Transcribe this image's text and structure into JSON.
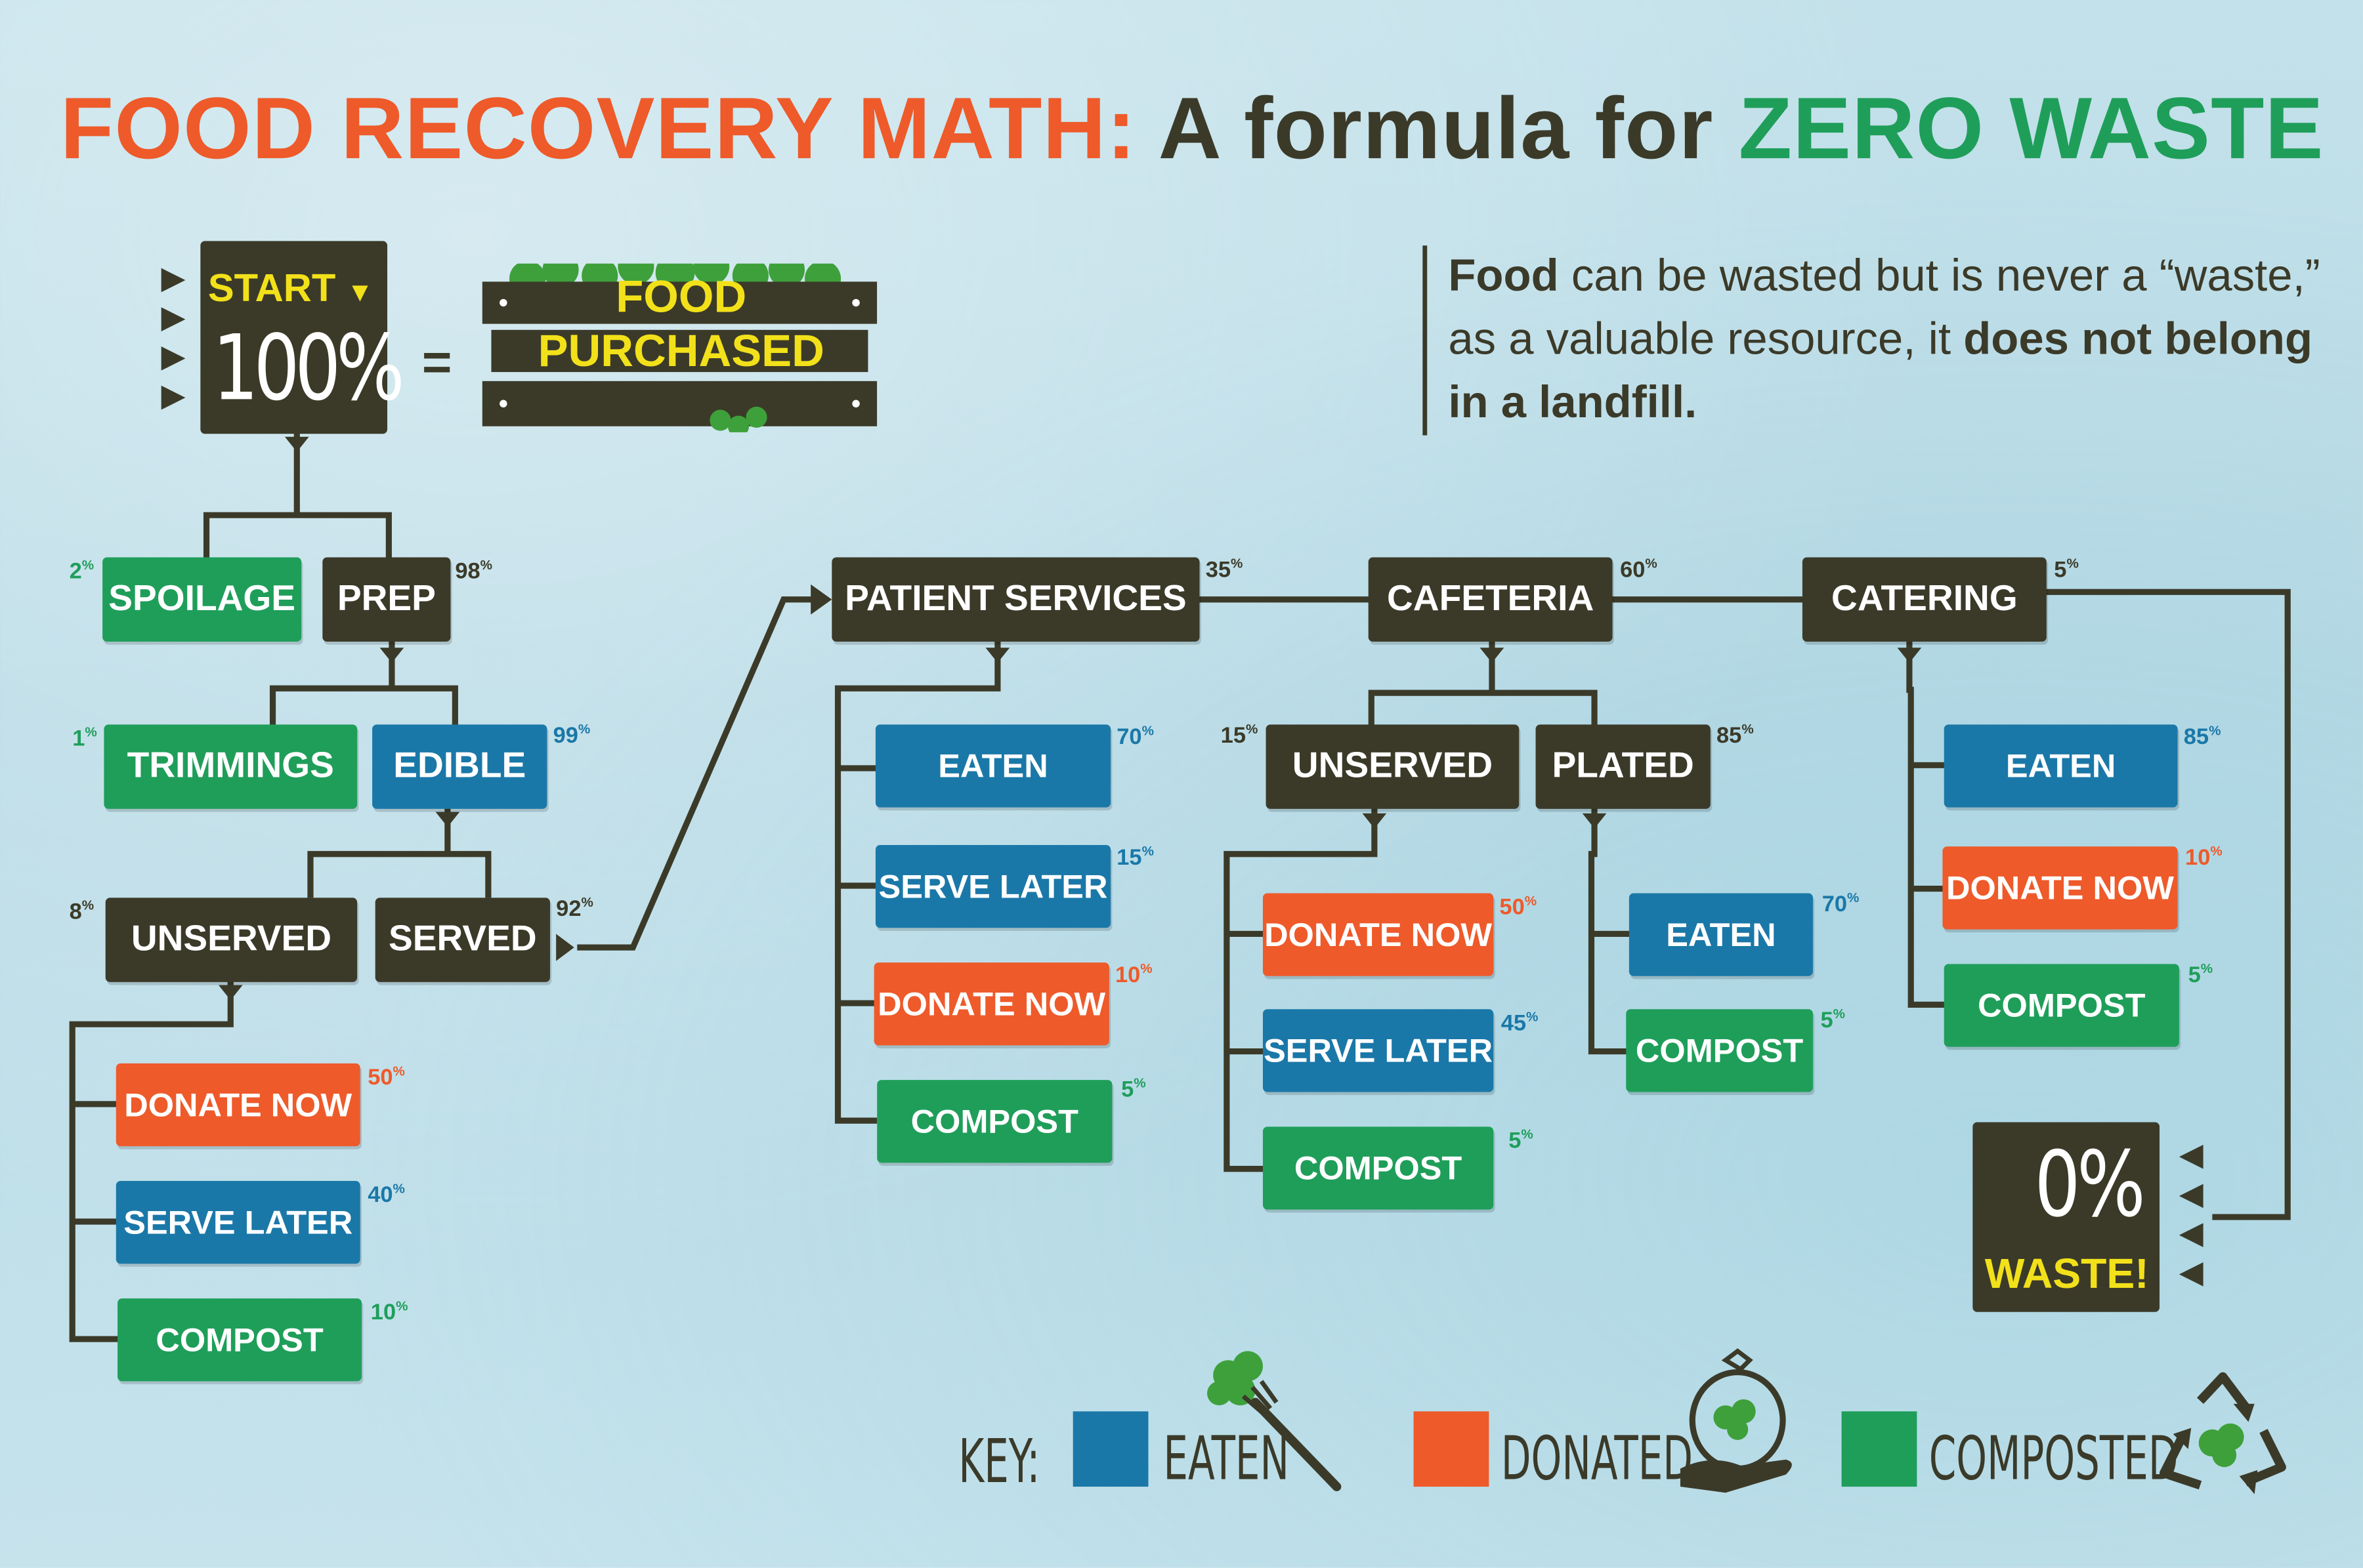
{
  "title": {
    "part1": "FOOD RECOVERY MATH:",
    "part2": "A formula for",
    "part3": "ZERO WASTE"
  },
  "quote": {
    "b1": "Food",
    "t1": " can be wasted but is never a “waste,” as a valuable resource, it ",
    "b2": "does not belong in a landfill."
  },
  "start": {
    "label": "START",
    "value": "100%",
    "equals": "=",
    "food_line1": "FOOD",
    "food_line2": "PURCHASED"
  },
  "end": {
    "value": "0%",
    "label": "WASTE!"
  },
  "nodes": {
    "spoilage": {
      "label": "SPOILAGE",
      "pct": "2"
    },
    "prep": {
      "label": "PREP",
      "pct": "98"
    },
    "trimmings": {
      "label": "TRIMMINGS",
      "pct": "1"
    },
    "edible": {
      "label": "EDIBLE",
      "pct": "99"
    },
    "unserved": {
      "label": "UNSERVED",
      "pct": "8"
    },
    "served": {
      "label": "SERVED",
      "pct": "92"
    },
    "u_donate": {
      "label": "DONATE NOW",
      "pct": "50"
    },
    "u_serve": {
      "label": "SERVE LATER",
      "pct": "40"
    },
    "u_compost": {
      "label": "COMPOST",
      "pct": "10"
    },
    "patient": {
      "label": "PATIENT SERVICES",
      "pct": "35"
    },
    "p_eaten": {
      "label": "EATEN",
      "pct": "70"
    },
    "p_serve": {
      "label": "SERVE LATER",
      "pct": "15"
    },
    "p_donate": {
      "label": "DONATE NOW",
      "pct": "10"
    },
    "p_compost": {
      "label": "COMPOST",
      "pct": "5"
    },
    "cafeteria": {
      "label": "CAFETERIA",
      "pct": "60"
    },
    "c_unserved": {
      "label": "UNSERVED",
      "pct": "15"
    },
    "c_plated": {
      "label": "PLATED",
      "pct": "85"
    },
    "cu_donate": {
      "label": "DONATE NOW",
      "pct": "50"
    },
    "cu_serve": {
      "label": "SERVE LATER",
      "pct": "45"
    },
    "cu_compost": {
      "label": "COMPOST",
      "pct": "5"
    },
    "cp_eaten": {
      "label": "EATEN",
      "pct": "70"
    },
    "cp_compost": {
      "label": "COMPOST",
      "pct": "5"
    },
    "catering": {
      "label": "CATERING",
      "pct": "5"
    },
    "ct_eaten": {
      "label": "EATEN",
      "pct": "85"
    },
    "ct_donate": {
      "label": "DONATE NOW",
      "pct": "10"
    },
    "ct_compost": {
      "label": "COMPOST",
      "pct": "5"
    }
  },
  "pct_suffix": "%",
  "key": {
    "label": "KEY:",
    "eaten": "EATEN",
    "donated": "DONATED",
    "composted": "COMPOSTED"
  },
  "colors": {
    "dark": "#3b3a29",
    "eaten_blue": "#1a78a8",
    "donated_orange": "#ee5a2a",
    "composted_green": "#1f9e5a",
    "highlight_yellow": "#f2e11a"
  }
}
